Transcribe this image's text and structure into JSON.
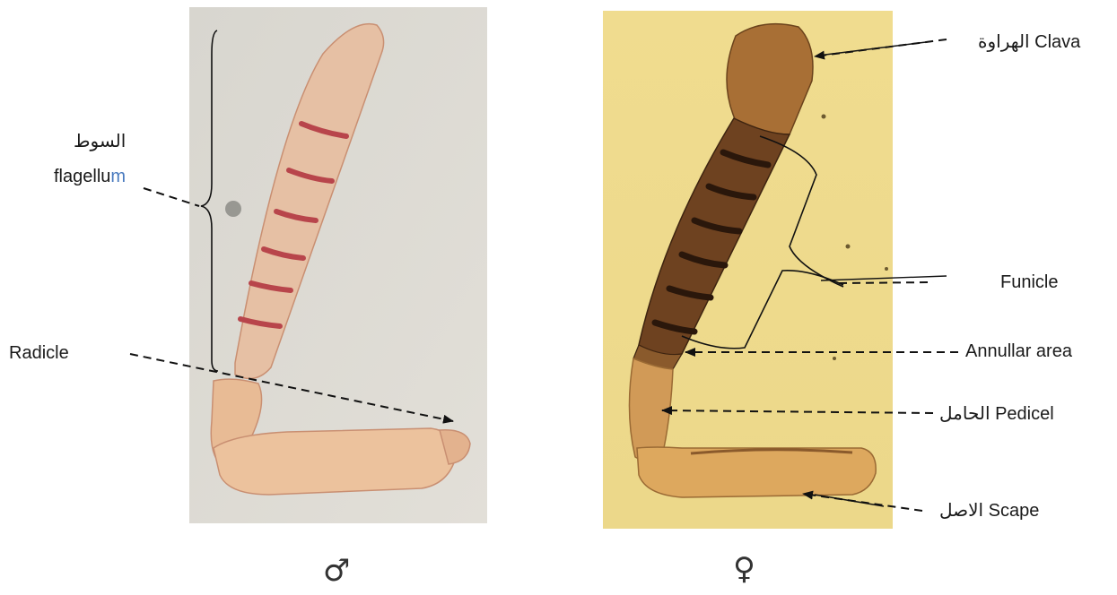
{
  "male_panel": {
    "labels": {
      "flagellum_arabic": "السوط",
      "flagellum_prefix": "flagellu",
      "flagellum_suffix": "m",
      "radicle": "Radicle"
    },
    "symbol": "♂"
  },
  "female_panel": {
    "labels": {
      "clava": "الهراوة Clava",
      "funicle": "Funicle",
      "annullar_area": "Annullar area",
      "pedicel": "الحامل Pedicel",
      "scape": "الاصل Scape"
    },
    "symbol": "♀"
  },
  "colors": {
    "male_background": "#dcd9d1",
    "female_background": "#eed98a",
    "male_antenna": "#e3b79a",
    "male_band": "#b8454b",
    "female_segment": "#7a4a22",
    "female_band": "#2e1b0f",
    "female_scape": "#d9a45a"
  }
}
